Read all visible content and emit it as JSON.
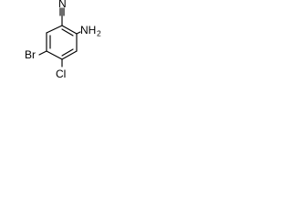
{
  "molecule": {
    "atoms": {
      "nitrile": "N",
      "amine": "NH",
      "amine_subscript": "2",
      "bromo": "Br",
      "chloro": "Cl"
    }
  },
  "colors": {
    "bond": "#000000",
    "text": "#000000",
    "background": "#ffffff"
  }
}
